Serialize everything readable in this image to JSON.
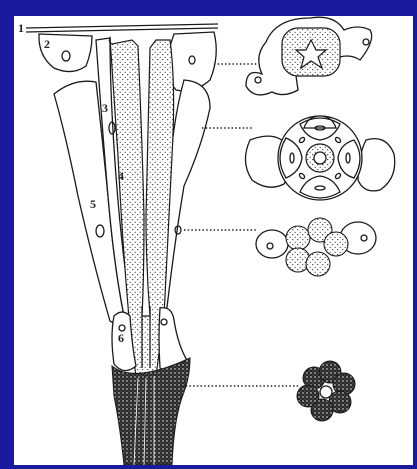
{
  "figure": {
    "labels": [
      "1",
      "2",
      "3",
      "4",
      "5",
      "6"
    ],
    "colors": {
      "background": "#1a1a9e",
      "panel": "#ffffff",
      "ink": "#1a1a1a"
    }
  }
}
